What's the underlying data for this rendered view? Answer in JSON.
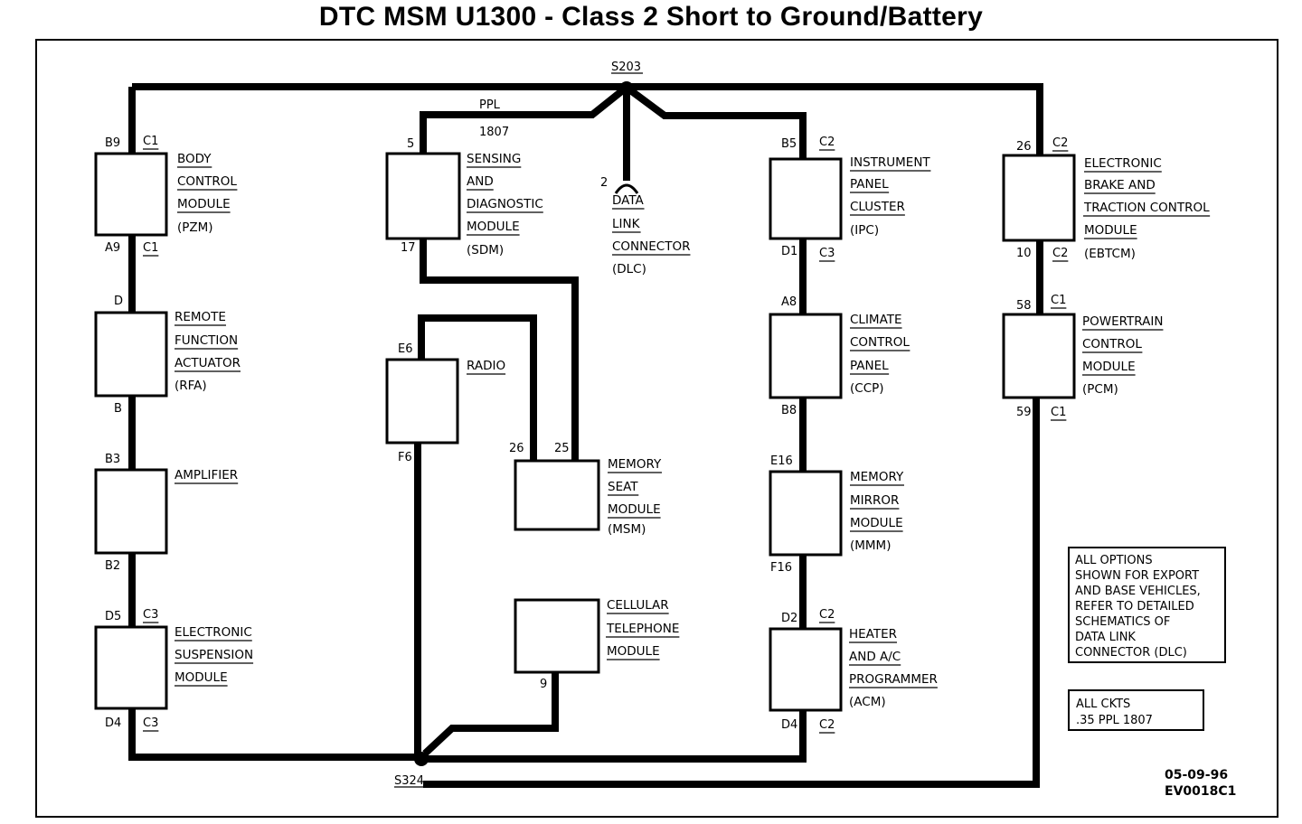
{
  "title": "DTC MSM U1300 - Class 2 Short to Ground/Battery",
  "splices": {
    "top": "S203",
    "bottom": "S324"
  },
  "wire": {
    "color": "PPL",
    "circuit": "1807"
  },
  "modules": [
    {
      "id": "pzm",
      "lines": [
        "BODY",
        "CONTROL",
        "MODULE",
        "(PZM)"
      ],
      "pins": {
        "tl": "B9",
        "tr": "C1",
        "bl": "A9",
        "br": "C1"
      }
    },
    {
      "id": "rfa",
      "lines": [
        "REMOTE",
        "FUNCTION",
        "ACTUATOR",
        "(RFA)"
      ],
      "pins": {
        "tl": "D",
        "bl": "B"
      }
    },
    {
      "id": "amp",
      "lines": [
        "AMPLIFIER"
      ],
      "pins": {
        "tl": "B3",
        "bl": "B2"
      }
    },
    {
      "id": "esm",
      "lines": [
        "ELECTRONIC",
        "SUSPENSION",
        "MODULE"
      ],
      "pins": {
        "tl": "D5",
        "tr": "C3",
        "bl": "D4",
        "br": "C3"
      }
    },
    {
      "id": "sdm",
      "lines": [
        "SENSING",
        "AND",
        "DIAGNOSTIC",
        "MODULE",
        "(SDM)"
      ],
      "pins": {
        "tl": "5",
        "bl": "17"
      }
    },
    {
      "id": "radio",
      "lines": [
        "RADIO"
      ],
      "pins": {
        "tl": "E6",
        "bl": "F6"
      }
    },
    {
      "id": "msm",
      "lines": [
        "MEMORY",
        "SEAT",
        "MODULE",
        "(MSM)"
      ],
      "pins": {
        "tl": "26",
        "tr": "25"
      }
    },
    {
      "id": "ctm",
      "lines": [
        "CELLULAR",
        "TELEPHONE",
        "MODULE"
      ],
      "pins": {
        "bl": "9"
      }
    },
    {
      "id": "dlc",
      "lines": [
        "DATA",
        "LINK",
        "CONNECTOR",
        "(DLC)"
      ],
      "pins": {
        "tl": "2"
      }
    },
    {
      "id": "ipc",
      "lines": [
        "INSTRUMENT",
        "PANEL",
        "CLUSTER",
        "(IPC)"
      ],
      "pins": {
        "tl": "B5",
        "tr": "C2",
        "bl": "D1",
        "br": "C3"
      }
    },
    {
      "id": "ccp",
      "lines": [
        "CLIMATE",
        "CONTROL",
        "PANEL",
        "(CCP)"
      ],
      "pins": {
        "tl": "A8",
        "bl": "B8"
      }
    },
    {
      "id": "mmm",
      "lines": [
        "MEMORY",
        "MIRROR",
        "MODULE",
        "(MMM)"
      ],
      "pins": {
        "tl": "E16",
        "bl": "F16"
      }
    },
    {
      "id": "acm",
      "lines": [
        "HEATER",
        "AND A/C",
        "PROGRAMMER",
        "(ACM)"
      ],
      "pins": {
        "tl": "D2",
        "tr": "C2",
        "bl": "D4",
        "br": "C2"
      }
    },
    {
      "id": "ebtcm",
      "lines": [
        "ELECTRONIC",
        "BRAKE AND",
        "TRACTION CONTROL",
        "MODULE",
        "(EBTCM)"
      ],
      "pins": {
        "tl": "26",
        "tr": "C2",
        "bl": "10",
        "br": "C2"
      }
    },
    {
      "id": "pcm",
      "lines": [
        "POWERTRAIN",
        "CONTROL",
        "MODULE",
        "(PCM)"
      ],
      "pins": {
        "tl": "58",
        "tr": "C1",
        "bl": "59",
        "br": "C1"
      }
    }
  ],
  "notes": {
    "options": [
      "ALL OPTIONS",
      "SHOWN FOR EXPORT",
      "AND BASE VEHICLES,",
      "REFER TO DETAILED",
      "SCHEMATICS OF",
      "DATA LINK",
      "CONNECTOR (DLC)"
    ],
    "circuits": [
      "ALL CKTS",
      ".35 PPL 1807"
    ]
  },
  "footer": {
    "date": "05-09-96",
    "code": "EV0018C1"
  }
}
